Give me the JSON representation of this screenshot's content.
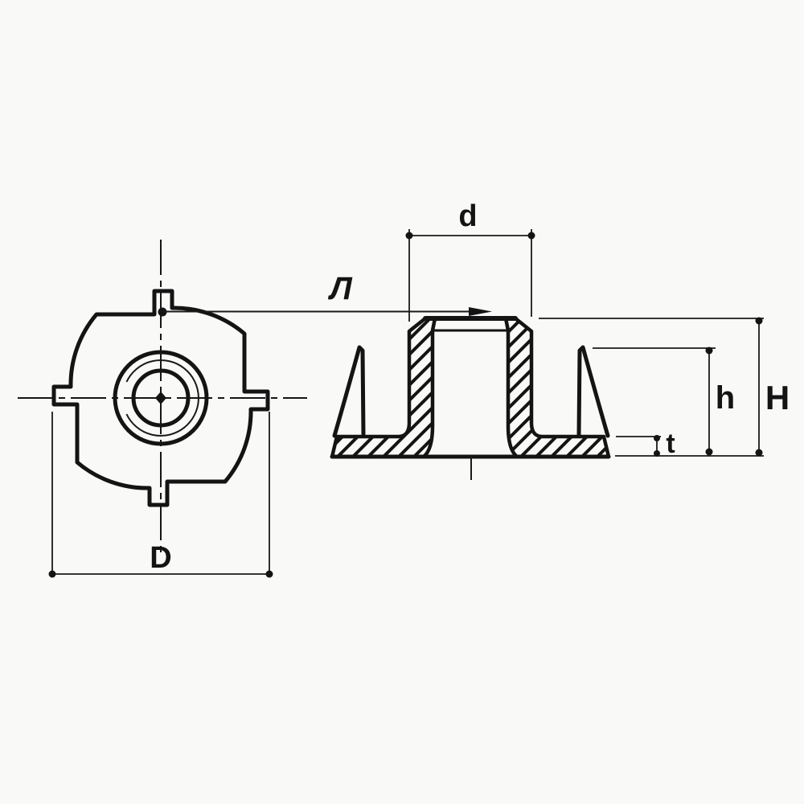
{
  "drawing": {
    "description": "T-nut fastener technical drawing, two views",
    "colors": {
      "line": "#141414",
      "background": "#f9f9f7"
    },
    "top_view": {
      "dimension_flange_diameter": "D"
    },
    "section_view": {
      "dimension_barrel_diameter": "d",
      "thread_leader_label": "Л",
      "dimension_prong_height": "h",
      "dimension_overall_height": "H",
      "dimension_flange_thickness": "t"
    }
  }
}
